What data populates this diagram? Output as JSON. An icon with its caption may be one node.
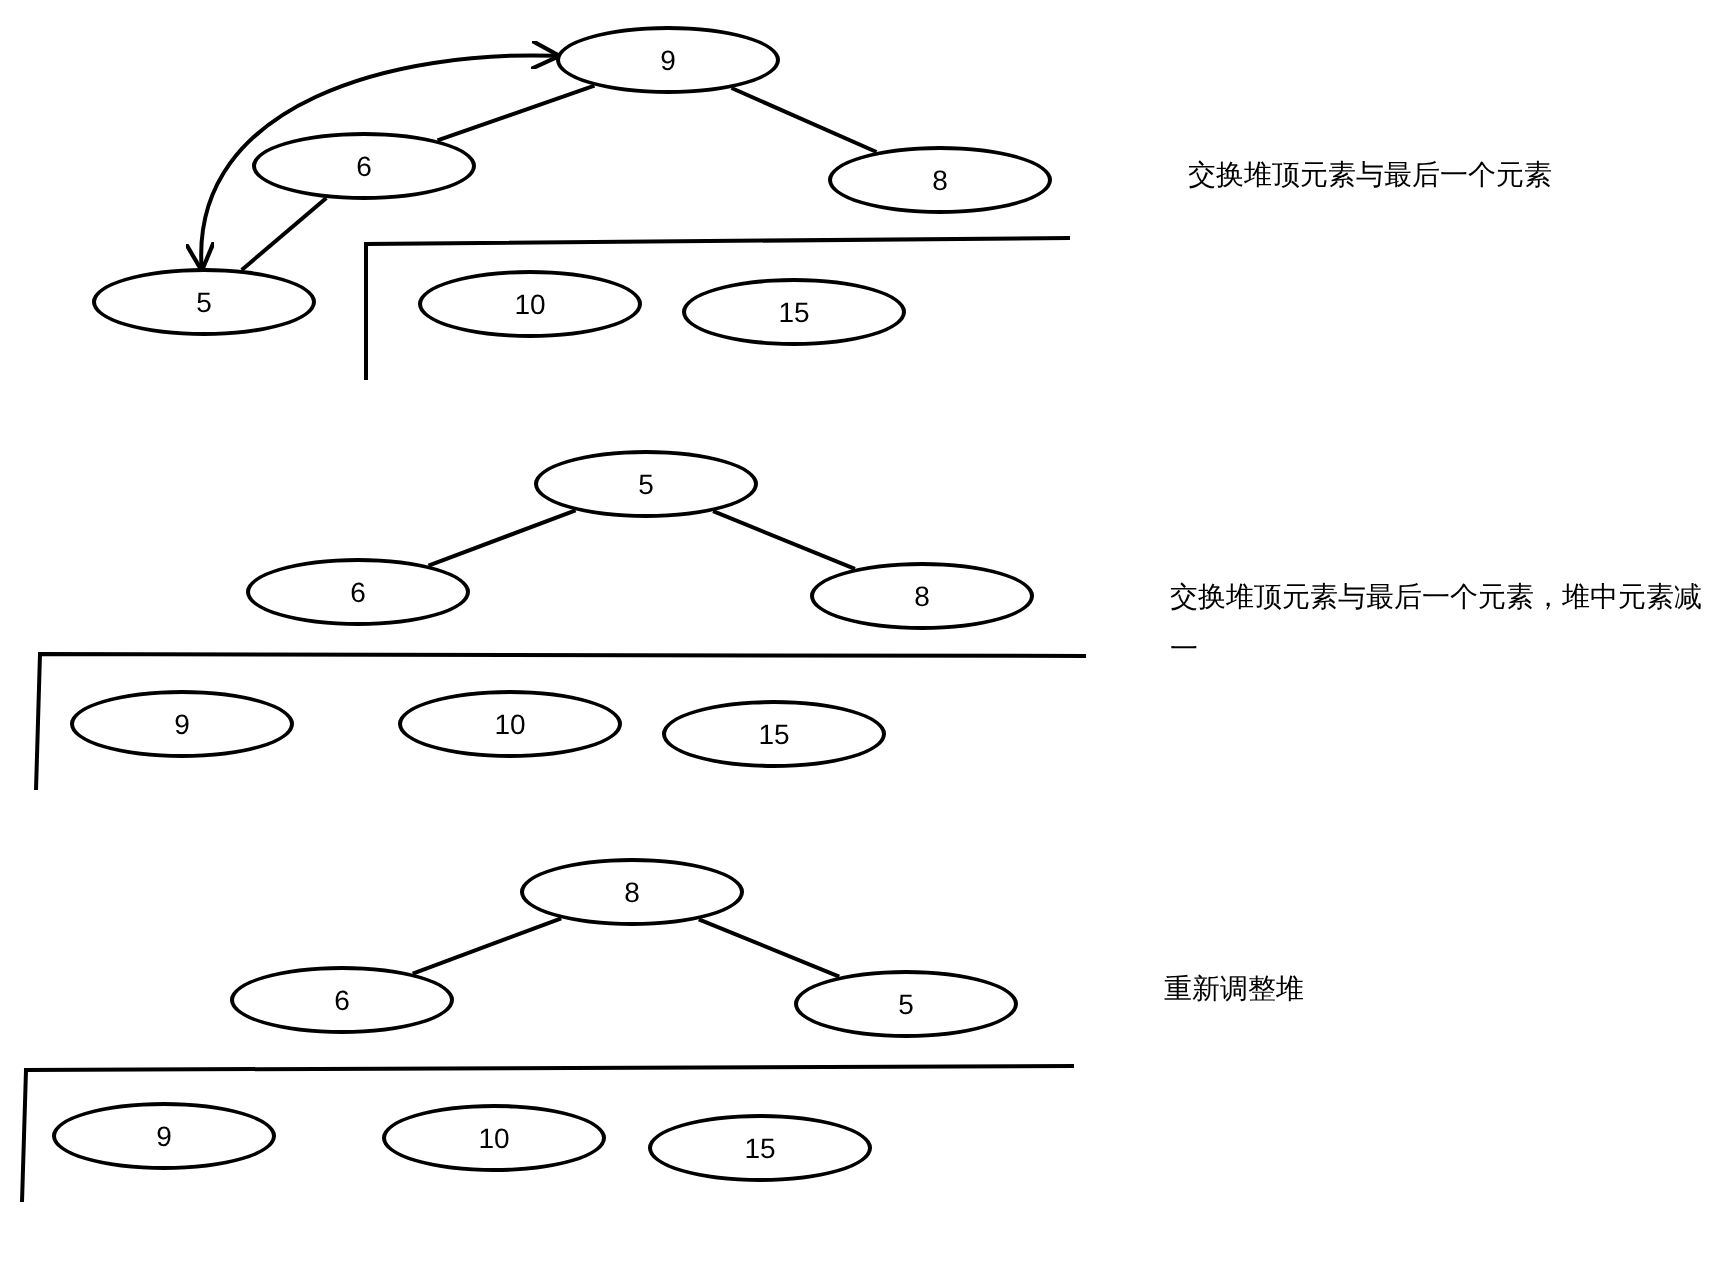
{
  "diagram": {
    "nodes": [
      {
        "text": [
          "9"
        ]
      },
      {
        "text": [
          "6"
        ]
      },
      {
        "text": [
          "8"
        ]
      },
      {
        "text": [
          "5"
        ]
      },
      {
        "text": [
          "10"
        ]
      },
      {
        "text": [
          "15"
        ]
      },
      {
        "text": [
          "5"
        ]
      },
      {
        "text": [
          "6"
        ]
      },
      {
        "text": [
          "8"
        ]
      },
      {
        "text": [
          "9"
        ]
      },
      {
        "text": [
          "10"
        ]
      },
      {
        "text": [
          "15"
        ]
      },
      {
        "text": [
          "8"
        ]
      },
      {
        "text": [
          "6"
        ]
      },
      {
        "text": [
          "5"
        ]
      },
      {
        "text": [
          "9"
        ]
      },
      {
        "text": [
          "10"
        ]
      },
      {
        "text": [
          "15"
        ]
      }
    ],
    "edges": [
      {
        "from": 0,
        "to": 1,
        "arrow": "none"
      },
      {
        "from": 0,
        "to": 2,
        "arrow": "none"
      },
      {
        "from": 1,
        "to": 3,
        "arrow": "none"
      },
      {
        "from": 0,
        "to": 3,
        "arrow": "both"
      },
      {
        "from": 6,
        "to": 7,
        "arrow": "none"
      },
      {
        "from": 6,
        "to": 8,
        "arrow": "none"
      },
      {
        "from": 12,
        "to": 13,
        "arrow": "none"
      },
      {
        "from": 12,
        "to": 14,
        "arrow": "none"
      }
    ],
    "labels": [
      "交换堆顶元素与最后一个元素",
      "交换堆顶元素与最后一个元素，堆中元素减一",
      "重新调整堆"
    ]
  }
}
